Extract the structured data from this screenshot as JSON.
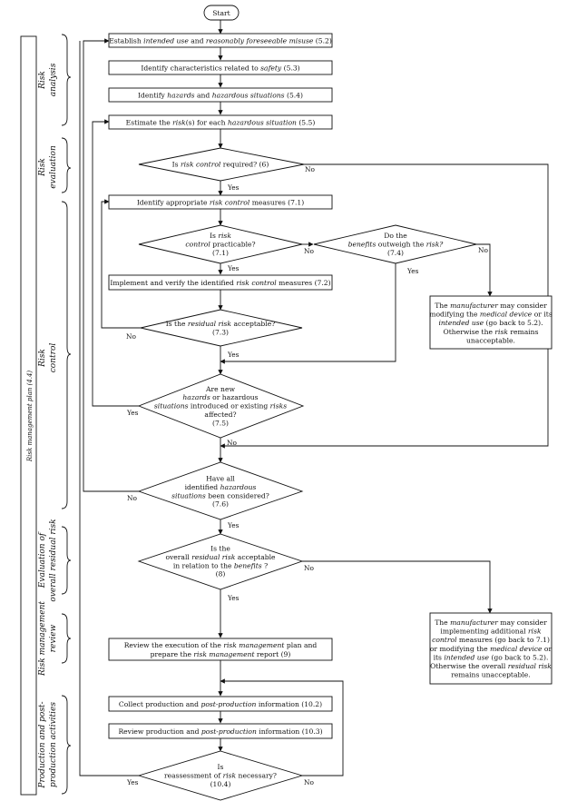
{
  "start": "Start",
  "plan": "Risk management plan (4.4)",
  "phases": {
    "analysis": [
      "Risk",
      "analysis"
    ],
    "evaluation": [
      "Risk",
      "evaluation"
    ],
    "control": [
      "Risk",
      "control"
    ],
    "overall": [
      "Evaluation of",
      "overall residual risk"
    ],
    "review": [
      "Risk management",
      "review"
    ],
    "production": [
      "Production and post-",
      "production activities"
    ]
  },
  "steps": {
    "s52": [
      [
        "Establish ",
        ""
      ],
      [
        "intended use",
        "i"
      ],
      [
        " and ",
        ""
      ],
      [
        "reasonably foreseeable misuse",
        "i"
      ],
      [
        "  (5.2)",
        ""
      ]
    ],
    "s53": [
      [
        "Identify characteristics related to ",
        ""
      ],
      [
        "safety",
        "i"
      ],
      [
        " (5.3)",
        ""
      ]
    ],
    "s54": [
      [
        "Identify ",
        ""
      ],
      [
        "hazards",
        "i"
      ],
      [
        " and ",
        ""
      ],
      [
        "hazardous situations",
        "i"
      ],
      [
        " (5.4)",
        ""
      ]
    ],
    "s55": [
      [
        "Estimate the ",
        ""
      ],
      [
        "risk",
        "i"
      ],
      [
        "(s) for each ",
        ""
      ],
      [
        "hazardous situation",
        "i"
      ],
      [
        "  (5.5)",
        ""
      ]
    ],
    "s71": [
      [
        "Identify appropriate ",
        ""
      ],
      [
        "risk control",
        "i"
      ],
      [
        " measures (7.1)",
        ""
      ]
    ],
    "s72": [
      [
        "Implement and verify the identified ",
        ""
      ],
      [
        "risk control",
        "i"
      ],
      [
        " measures (7.2)",
        ""
      ]
    ],
    "s9a": [
      [
        "Review the execution of the ",
        ""
      ],
      [
        "risk management",
        "i"
      ],
      [
        " plan and",
        ""
      ]
    ],
    "s9b": [
      [
        "prepare the  ",
        ""
      ],
      [
        "risk management",
        "i"
      ],
      [
        "  report (9)",
        ""
      ]
    ],
    "s102": [
      [
        "Collect production and ",
        ""
      ],
      [
        "post-production",
        "i"
      ],
      [
        " information (10.2)",
        ""
      ]
    ],
    "s103": [
      [
        "Review production and ",
        ""
      ],
      [
        "post-production",
        "i"
      ],
      [
        " information (10.3)",
        ""
      ]
    ]
  },
  "decisions": {
    "d6": [
      [
        [
          "Is ",
          ""
        ],
        [
          "risk control",
          "i"
        ],
        [
          " required? (6)",
          ""
        ]
      ]
    ],
    "d71": [
      [
        [
          "Is ",
          ""
        ],
        [
          "risk",
          "i"
        ]
      ],
      [
        [
          "control",
          "i"
        ],
        [
          " practicable?",
          ""
        ]
      ],
      [
        [
          "(7.1)",
          ""
        ]
      ]
    ],
    "d74": [
      [
        [
          "Do the",
          ""
        ]
      ],
      [
        [
          "benefits",
          "i"
        ],
        [
          "  outweigh the ",
          ""
        ],
        [
          "risk?",
          "i"
        ]
      ],
      [
        [
          "(7.4)",
          ""
        ]
      ]
    ],
    "d73": [
      [
        [
          "Is the  ",
          ""
        ],
        [
          "residual risk",
          "i"
        ],
        [
          " acceptable?",
          ""
        ]
      ],
      [
        [
          "(7.3)",
          ""
        ]
      ]
    ],
    "d75": [
      [
        [
          "Are new",
          ""
        ]
      ],
      [
        [
          "hazards",
          "i"
        ],
        [
          "  or hazardous",
          ""
        ]
      ],
      [
        [
          "situations",
          "i"
        ],
        [
          "  introduced or existing ",
          ""
        ],
        [
          "risks",
          "i"
        ]
      ],
      [
        [
          "affected?",
          ""
        ]
      ],
      [
        [
          "(7.5)",
          ""
        ]
      ]
    ],
    "d76": [
      [
        [
          "Have all",
          ""
        ]
      ],
      [
        [
          "identified ",
          ""
        ],
        [
          "hazardous",
          "i"
        ]
      ],
      [
        [
          "situations",
          "i"
        ],
        [
          " been considered?",
          ""
        ]
      ],
      [
        [
          "(7.6)",
          ""
        ]
      ]
    ],
    "d8": [
      [
        [
          "Is the",
          ""
        ]
      ],
      [
        [
          "overall ",
          ""
        ],
        [
          "residual risk",
          "i"
        ],
        [
          " acceptable",
          ""
        ]
      ],
      [
        [
          "in relation to the ",
          ""
        ],
        [
          "benefits",
          "i"
        ],
        [
          " ?",
          ""
        ]
      ],
      [
        [
          "(8)",
          ""
        ]
      ]
    ],
    "d104": [
      [
        [
          "Is",
          ""
        ]
      ],
      [
        [
          "reassessment of ",
          ""
        ],
        [
          "risk",
          "i"
        ],
        [
          " necessary?",
          ""
        ]
      ],
      [
        [
          "(10.4)",
          ""
        ]
      ]
    ]
  },
  "notes": {
    "n1": [
      [
        [
          "The ",
          ""
        ],
        [
          "manufacturer",
          "i"
        ],
        [
          " may consider",
          ""
        ]
      ],
      [
        [
          "modifying the ",
          ""
        ],
        [
          "medical device",
          "i"
        ],
        [
          "  or its",
          ""
        ]
      ],
      [
        [
          "intended use",
          "i"
        ],
        [
          " (go back to 5.2).",
          ""
        ]
      ],
      [
        [
          "Otherwise the ",
          ""
        ],
        [
          "risk",
          "i"
        ],
        [
          " remains",
          ""
        ]
      ],
      [
        [
          "unacceptable.",
          ""
        ]
      ]
    ],
    "n2": [
      [
        [
          "The ",
          ""
        ],
        [
          "manufacturer",
          "i"
        ],
        [
          " may consider",
          ""
        ]
      ],
      [
        [
          "implementing additional ",
          ""
        ],
        [
          "risk",
          "i"
        ]
      ],
      [
        [
          "control",
          "i"
        ],
        [
          " measures (go back to 7.1)",
          ""
        ]
      ],
      [
        [
          "or modifying the ",
          ""
        ],
        [
          "medical device",
          "i"
        ],
        [
          "  or",
          ""
        ]
      ],
      [
        [
          "its  ",
          ""
        ],
        [
          "intended use",
          "i"
        ],
        [
          "  (go back to 5.2).",
          ""
        ]
      ],
      [
        [
          "Otherwise the overall ",
          ""
        ],
        [
          "residual risk",
          "i"
        ]
      ],
      [
        [
          "remains unacceptable.",
          ""
        ]
      ]
    ]
  },
  "labels": {
    "d6_no": "No",
    "d6_yes": "Yes",
    "d71_no": "No",
    "d71_yes": "Yes",
    "d74_no": "No",
    "d74_yes": "Yes",
    "d73_no": "No",
    "d73_yes": "Yes",
    "d75_yes": "Yes",
    "d75_no": "No",
    "d76_no": "No",
    "d76_yes": "Yes",
    "d8_no": "No",
    "d8_yes": "Yes",
    "d104_yes": "Yes",
    "d104_no": "No"
  }
}
